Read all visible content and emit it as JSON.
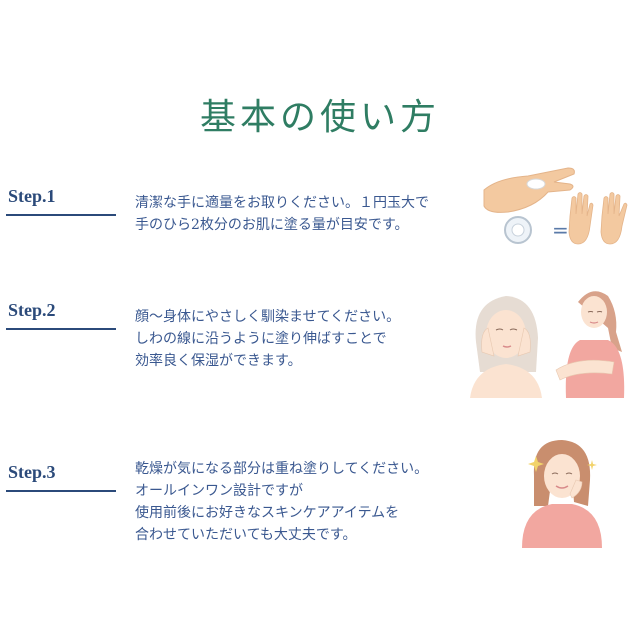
{
  "title": "基本の使い方",
  "steps": [
    {
      "label": "Step.1",
      "lines": [
        "清潔な手に適量をお取りください。１円玉大で",
        "手のひら2枚分のお肌に塗る量が目安です。"
      ]
    },
    {
      "label": "Step.2",
      "lines": [
        "顔～身体にやさしく馴染ませてください。",
        "しわの線に沿うように塗り伸ばすことで",
        "効率良く保湿ができます。"
      ]
    },
    {
      "label": "Step.3",
      "lines": [
        "乾燥が気になる部分は重ね塗りしてください。",
        "オールインワン設計ですが",
        "使用前後にお好きなスキンケアアイテムを",
        "合わせていただいても大丈夫です。"
      ]
    }
  ],
  "step1_illustration": {
    "equals": "="
  },
  "colors": {
    "title": "#2f7d63",
    "text": "#3a5890",
    "skin": "#f3c9a0",
    "shirt": "#f2a7a0"
  }
}
